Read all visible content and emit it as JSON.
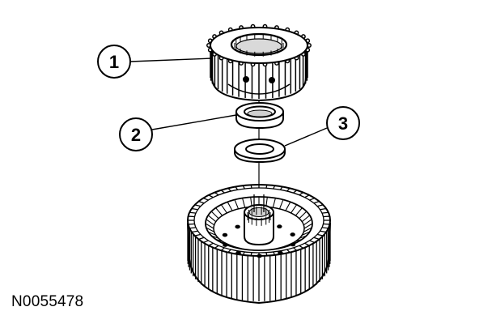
{
  "diagram": {
    "callouts": [
      {
        "id": "1",
        "label": "1"
      },
      {
        "id": "2",
        "label": "2"
      },
      {
        "id": "3",
        "label": "3"
      }
    ],
    "figure_id": "N0055478"
  }
}
